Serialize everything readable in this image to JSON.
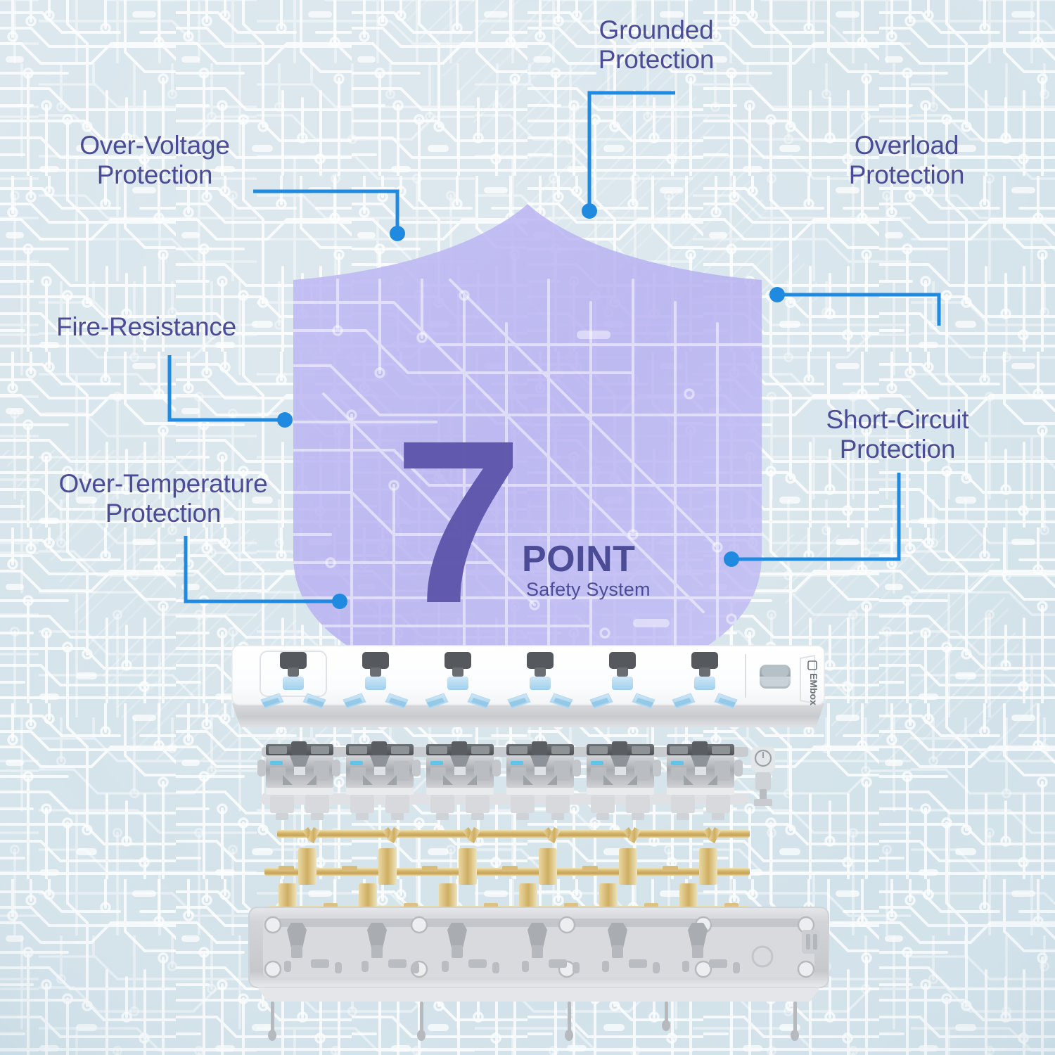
{
  "theme": {
    "background_color": "#d9e6ea",
    "trace_color": "#ffffff",
    "label_text_color": "#4c4b96",
    "connector_color": "#1f8ae0",
    "shield_fill": "#b9b4f0",
    "seven_color": "#5d56ab",
    "copper_color": "#cdae68",
    "housing_gray": "#b9bcc0",
    "product_white": "#fdfdfd"
  },
  "center": {
    "number": "7",
    "point_label": "POINT",
    "subtitle": "Safety System"
  },
  "callouts": [
    {
      "id": "over-voltage",
      "text": "Over-Voltage\nProtection",
      "side": "left"
    },
    {
      "id": "grounded",
      "text": "Grounded\nProtection",
      "side": "top"
    },
    {
      "id": "overload",
      "text": "Overload\nProtection",
      "side": "right"
    },
    {
      "id": "fire-resistance",
      "text": "Fire-Resistance",
      "side": "left"
    },
    {
      "id": "over-temperature",
      "text": "Over-Temperature\nProtection",
      "side": "left"
    },
    {
      "id": "short-circuit",
      "text": "Short-Circuit\nProtection",
      "side": "right"
    }
  ],
  "product": {
    "brand": "EMbox",
    "socket_count": 6,
    "switch_icon": "power-icon",
    "rows": [
      {
        "id": "assembled-strip",
        "label": "assembled power strip"
      },
      {
        "id": "socket-modules",
        "label": "socket module row"
      },
      {
        "id": "copper-busbars",
        "label": "copper busbar set"
      },
      {
        "id": "bottom-housing",
        "label": "bottom housing"
      }
    ]
  }
}
